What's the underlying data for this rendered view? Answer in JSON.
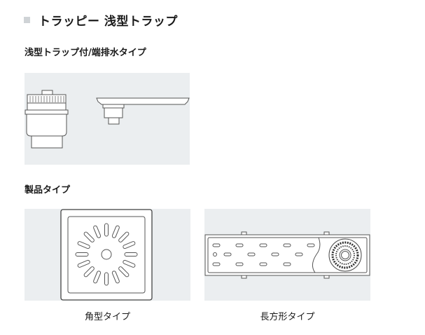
{
  "page": {
    "title": "トラッピー 浅型トラップ",
    "title_bullet_color": "#cfd3d6"
  },
  "sections": [
    {
      "heading": "浅型トラップ付/端排水タイプ",
      "image": {
        "icon": "shallow-trap-side-view-illustration",
        "background": "#ebeef0"
      }
    },
    {
      "heading": "製品タイプ",
      "products": [
        {
          "caption": "角型タイプ",
          "icon": "square-drain-cover-illustration"
        },
        {
          "caption": "長方形タイプ",
          "icon": "rectangular-drain-cover-illustration"
        }
      ]
    }
  ]
}
